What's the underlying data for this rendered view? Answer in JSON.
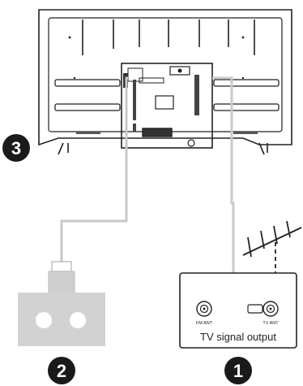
{
  "steps": {
    "step_tv": "3",
    "step_power": "2",
    "step_antenna": "1"
  },
  "wall_plate": {
    "port_left_label": "FM ANT",
    "port_right_label": "TV ANT",
    "caption": "TV signal output"
  },
  "colors": {
    "outline": "#222222",
    "cable": "#c9c9c9",
    "socket_fill": "#cfcfcf",
    "badge": "#1a1a1a"
  },
  "icons": [
    "tv-rear-icon",
    "power-socket-icon",
    "antenna-icon",
    "coax-port-icon"
  ]
}
